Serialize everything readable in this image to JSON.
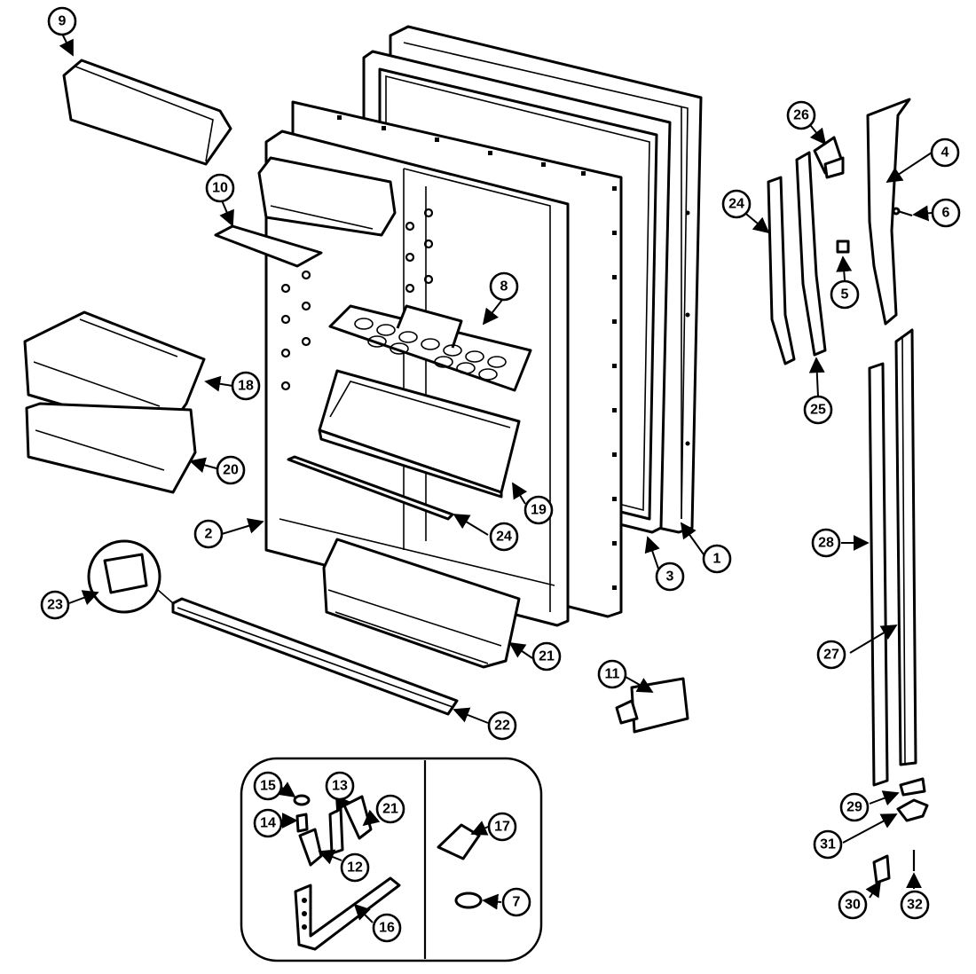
{
  "callouts": {
    "c1": "1",
    "c2": "2",
    "c3": "3",
    "c4": "4",
    "c5": "5",
    "c6": "6",
    "c7": "7",
    "c8": "8",
    "c9": "9",
    "c10": "10",
    "c11": "11",
    "c12": "12",
    "c13": "13",
    "c14": "14",
    "c15": "15",
    "c16": "16",
    "c17": "17",
    "c18": "18",
    "c19": "19",
    "c20": "20",
    "c21a": "21",
    "c21b": "21",
    "c22": "22",
    "c23": "23",
    "c24a": "24",
    "c24b": "24",
    "c25": "25",
    "c26": "26",
    "c27": "27",
    "c28": "28",
    "c29": "29",
    "c30": "30",
    "c31": "31",
    "c32": "32"
  }
}
